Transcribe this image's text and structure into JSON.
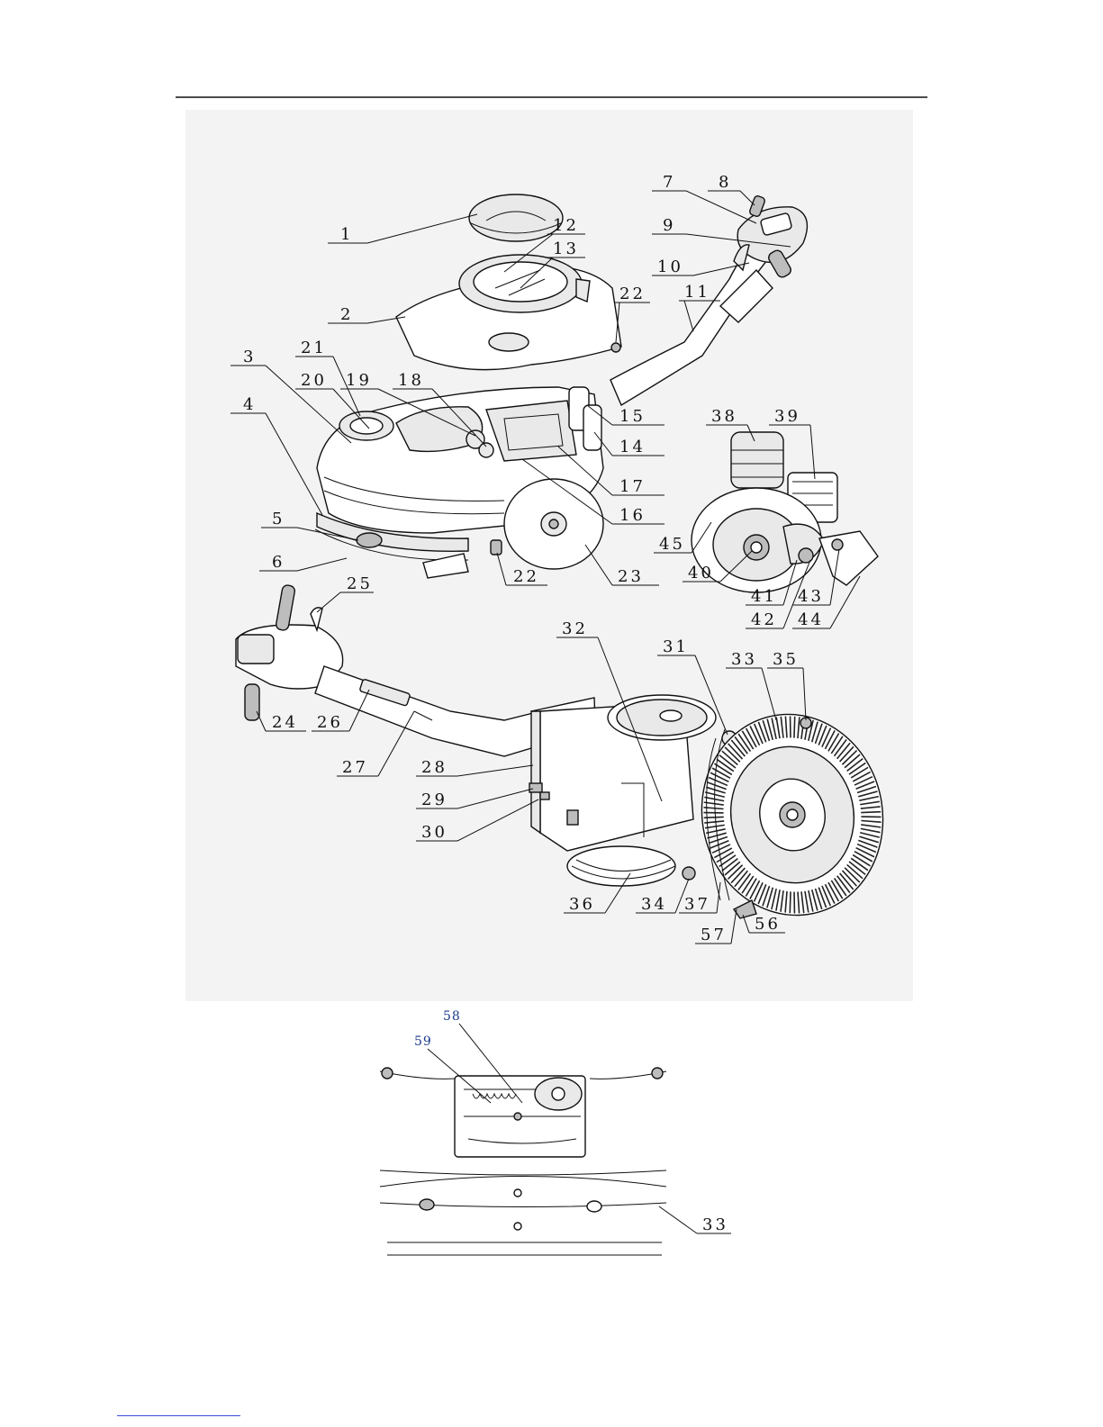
{
  "callouts": {
    "c1": "1",
    "c2": "2",
    "c3": "3",
    "c4": "4",
    "c5": "5",
    "c6": "6",
    "c7": "7",
    "c8": "8",
    "c9": "9",
    "c10": "10",
    "c11": "11",
    "c12": "12",
    "c13": "13",
    "c14": "14",
    "c15": "15",
    "c16": "16",
    "c17": "17",
    "c18": "18",
    "c19": "19",
    "c20": "20",
    "c21": "21",
    "c22a": "22",
    "c22b": "22",
    "c23": "23",
    "c24": "24",
    "c25": "25",
    "c26": "26",
    "c27": "27",
    "c28": "28",
    "c29": "29",
    "c30": "30",
    "c31": "31",
    "c32": "32",
    "c33a": "33",
    "c33b": "33",
    "c34": "34",
    "c35": "35",
    "c36": "36",
    "c37": "37",
    "c38": "38",
    "c39": "39",
    "c40": "40",
    "c41": "41",
    "c42": "42",
    "c43": "43",
    "c44": "44",
    "c45": "45",
    "c56": "56",
    "c57": "57",
    "c58": "58",
    "c59": "59"
  },
  "colors": {
    "line": "#111111",
    "panel_bg": "#f3f3f3",
    "footer_link": "#3a4fd6",
    "detail_callouts": "#1a3a8a"
  }
}
